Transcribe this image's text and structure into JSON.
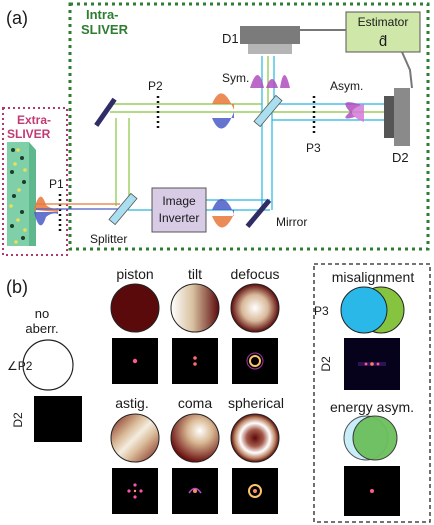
{
  "panel_a": {
    "label": "(a)",
    "intra_line1": "Intra-",
    "intra_line2": "SLIVER",
    "extra_line1": "Extra-",
    "extra_line2": "SLIVER",
    "estimator": "Estimator",
    "estimate": "d̂",
    "d1": "D1",
    "d2": "D2",
    "p1": "P1",
    "p2": "P2",
    "p3": "P3",
    "sym": "Sym.",
    "asym": "Asym.",
    "splitter": "Splitter",
    "inverter_line1": "Image",
    "inverter_line2": "Inverter",
    "mirror": "Mirror"
  },
  "panel_b": {
    "label": "(b)",
    "no_aberr_line1": "no",
    "no_aberr_line2": "aberr.",
    "p2_label": "∠P2",
    "d2_label": "D2",
    "aberrations": [
      {
        "name": "piston"
      },
      {
        "name": "tilt"
      },
      {
        "name": "defocus"
      },
      {
        "name": "astig."
      },
      {
        "name": "coma"
      },
      {
        "name": "spherical"
      }
    ],
    "misalignment": "misalignment",
    "p3_label": "P3",
    "d2_side_label": "D2",
    "energy_asym": "energy asym."
  },
  "colors": {
    "green_border": "#2e7d32",
    "magenta_border": "#b03a6e",
    "estimator_fill": "#cfe8a9",
    "inverter_fill": "#d8cbe6",
    "orange": "#e8773b",
    "blue": "#4a5cc7",
    "cyan": "#27b3e0",
    "light_green": "#86c440",
    "magenta": "#b04ec0",
    "teal": "#7fcfa9",
    "dark_red": "#5a0a0a"
  }
}
